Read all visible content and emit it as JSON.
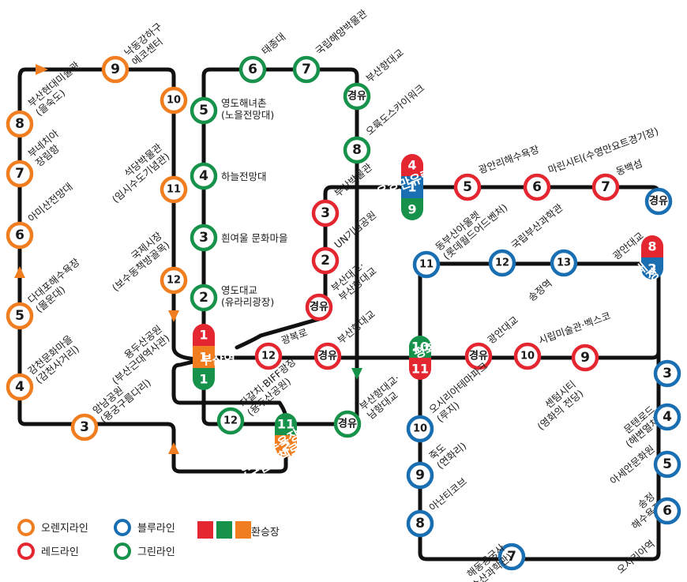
{
  "colors": {
    "orange": "#f07d1f",
    "red": "#e3262f",
    "blue": "#1a6fb3",
    "green": "#17924a",
    "line": "#111111"
  },
  "transfer_label": "경유",
  "stations": [
    {
      "id": "o9",
      "line": "orange",
      "num": "9",
      "label": "낙동강하구\n에코센터"
    },
    {
      "id": "o8",
      "line": "orange",
      "num": "8",
      "label": "부산현대미술관\n(을숙도)"
    },
    {
      "id": "o7",
      "line": "orange",
      "num": "7",
      "label": "부네치아\n장림항"
    },
    {
      "id": "o6",
      "line": "orange",
      "num": "6",
      "label": "아미산전망대"
    },
    {
      "id": "o5",
      "line": "orange",
      "num": "5",
      "label": "다대포해수욕장\n(몰운대)"
    },
    {
      "id": "o4",
      "line": "orange",
      "num": "4",
      "label": "감천문화마을\n(감천사거리)"
    },
    {
      "id": "o3",
      "line": "orange",
      "num": "3",
      "label": "암남공원\n(용궁구름다리)"
    },
    {
      "id": "o10",
      "line": "orange",
      "num": "10",
      "label": "석당박물관\n(임시수도기념관)"
    },
    {
      "id": "o11",
      "line": "orange",
      "num": "11",
      "label": "국제시장\n(보수동책방골목)"
    },
    {
      "id": "o12",
      "line": "orange",
      "num": "12",
      "label": "용두산공원\n(부산근대역사관)"
    },
    {
      "id": "g6",
      "line": "green",
      "num": "6",
      "label": "태종대"
    },
    {
      "id": "g7",
      "line": "green",
      "num": "7",
      "label": "국립해양박물관"
    },
    {
      "id": "gv1",
      "line": "green",
      "num": "경유",
      "label": "부산항대교"
    },
    {
      "id": "g8",
      "line": "green",
      "num": "8",
      "label": "오륙도스카이워크"
    },
    {
      "id": "g5",
      "line": "green",
      "num": "5",
      "label": "영도해녀촌\n(노을전망대)"
    },
    {
      "id": "g4",
      "line": "green",
      "num": "4",
      "label": "하늘전망대"
    },
    {
      "id": "g3",
      "line": "green",
      "num": "3",
      "label": "흰여울 문화마을"
    },
    {
      "id": "g2",
      "line": "green",
      "num": "2",
      "label": "영도대교\n(유라리광장)"
    },
    {
      "id": "g12",
      "line": "green",
      "num": "12",
      "label": "자갈치·BIFF광장\n(용두산공원)"
    },
    {
      "id": "gv2",
      "line": "green",
      "num": "경유",
      "label": "부산항대교·\n남항대교"
    },
    {
      "id": "r5",
      "line": "red",
      "num": "5",
      "label": "광안리해수욕장"
    },
    {
      "id": "r6",
      "line": "red",
      "num": "6",
      "label": "마린시티(수영만요트경기장)"
    },
    {
      "id": "r7",
      "line": "red",
      "num": "7",
      "label": "동백섬"
    },
    {
      "id": "r3",
      "line": "red",
      "num": "3",
      "label": "부산박물관"
    },
    {
      "id": "r2",
      "line": "red",
      "num": "2",
      "label": "UN기념공원"
    },
    {
      "id": "rv1",
      "line": "red",
      "num": "경유",
      "label": "부산대교·\n부산항대교"
    },
    {
      "id": "r12",
      "line": "red",
      "num": "12",
      "label": "광복로"
    },
    {
      "id": "rv2",
      "line": "red",
      "num": "경유",
      "label": "부산항대교"
    },
    {
      "id": "rv3",
      "line": "red",
      "num": "경유",
      "label": "광안대교"
    },
    {
      "id": "r10",
      "line": "red",
      "num": "10",
      "label": "시립미술관·벡스코"
    },
    {
      "id": "r9",
      "line": "red",
      "num": "9",
      "label": "센텀시티\n(영화의 전당)"
    },
    {
      "id": "bv1",
      "line": "blue",
      "num": "경유",
      "label": "광안대교"
    },
    {
      "id": "b11",
      "line": "blue",
      "num": "11",
      "label": "동부산아울렛\n(롯데월드어드벤처)"
    },
    {
      "id": "b12",
      "line": "blue",
      "num": "12",
      "label": "국립부산과학관"
    },
    {
      "id": "b13",
      "line": "blue",
      "num": "13",
      "label": "송정역"
    },
    {
      "id": "b3",
      "line": "blue",
      "num": "3",
      "label": "문텐로드\n(해변열차)"
    },
    {
      "id": "b4",
      "line": "blue",
      "num": "4",
      "label": "아세안문화원"
    },
    {
      "id": "b5",
      "line": "blue",
      "num": "5",
      "label": "송정\n해수욕장"
    },
    {
      "id": "b6",
      "line": "blue",
      "num": "6",
      "label": "오시리아역"
    },
    {
      "id": "b7",
      "line": "blue",
      "num": "7",
      "label": "해동용궁사\n(수산과학관)"
    },
    {
      "id": "b8",
      "line": "blue",
      "num": "8",
      "label": "아난티코브"
    },
    {
      "id": "b9",
      "line": "blue",
      "num": "9",
      "label": "죽도\n(연화리)"
    },
    {
      "id": "b10",
      "line": "blue",
      "num": "10",
      "label": "오시리아테마파크\n(루지)"
    }
  ],
  "transfers": [
    {
      "id": "t-busan-station",
      "label": "부산역",
      "segments": [
        {
          "color": "red",
          "num": "1"
        },
        {
          "color": "orange",
          "num": "1"
        },
        {
          "color": "green",
          "num": "1"
        }
      ]
    },
    {
      "id": "t-yonghoman",
      "label": "용호만유람선터미널",
      "segments": [
        {
          "color": "red",
          "num": "4"
        },
        {
          "color": "blue",
          "num": "1"
        },
        {
          "color": "green",
          "num": "9"
        }
      ]
    },
    {
      "id": "t-haeundae",
      "label": "해운대\n해수욕장",
      "segments": [
        {
          "color": "red",
          "num": "8"
        },
        {
          "color": "blue",
          "num": "2"
        }
      ]
    },
    {
      "id": "t-pyeonghwa",
      "label": "평화공원",
      "segments": [
        {
          "color": "green",
          "num": "10"
        },
        {
          "color": "red",
          "num": "11"
        }
      ]
    },
    {
      "id": "t-songdo",
      "label": "송도해수욕장\n(구름산책로)",
      "segments": [
        {
          "color": "green",
          "num": "11"
        },
        {
          "color": "orange",
          "num": "2"
        }
      ]
    }
  ],
  "legend": {
    "items": [
      {
        "color": "orange",
        "label": "오렌지라인"
      },
      {
        "color": "red",
        "label": "레드라인"
      },
      {
        "color": "blue",
        "label": "블루라인"
      },
      {
        "color": "green",
        "label": "그린라인"
      }
    ],
    "transfer": "환승장"
  }
}
